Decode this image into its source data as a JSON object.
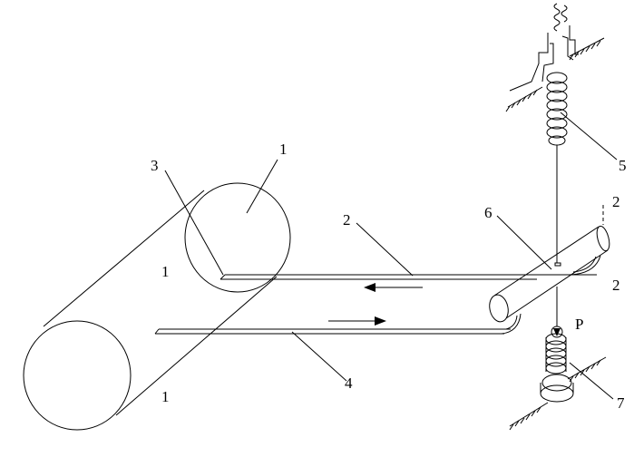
{
  "labels": {
    "drum_top": "1",
    "drum_side": "1",
    "drum_bottom": "1",
    "label_3": "3",
    "belt_upper": "2",
    "roller_right_upper": "2",
    "roller_right_lower": "2",
    "belt_lower": "4",
    "spring": "5",
    "roller_axis": "6",
    "force": "P",
    "bottom_screw": "7"
  },
  "colors": {
    "ink": "#000000",
    "background": "#ffffff"
  }
}
